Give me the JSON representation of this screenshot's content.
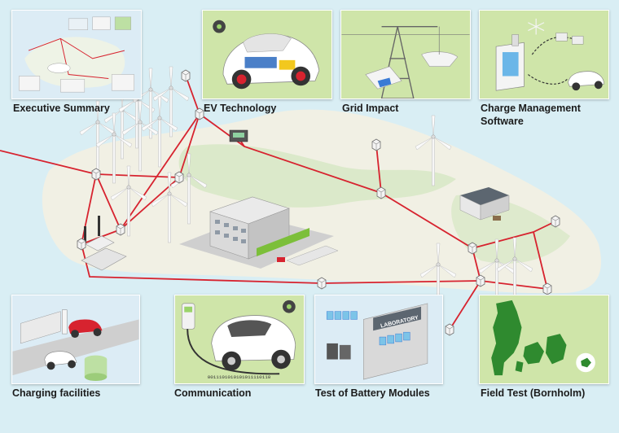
{
  "colors": {
    "sea": "#d9eef4",
    "island": "#f1f0e4",
    "island_green": "#d6e7c3",
    "network_line": "#d7232f",
    "tile_green": "#cfe5a9",
    "tile_blue": "#dcecf5",
    "map_green": "#2f8a2f"
  },
  "tiles": {
    "executive_summary": {
      "label": "Executive Summary",
      "icon": "overview-map-icon"
    },
    "ev_technology": {
      "label": "EV Technology",
      "icon": "electric-car-cutaway-icon"
    },
    "grid_impact": {
      "label": "Grid Impact",
      "icon": "power-pylon-icon"
    },
    "charge_management": {
      "label_line1": "Charge Management",
      "label_line2": "Software",
      "icon": "software-car-icon"
    },
    "charging_facilities": {
      "label": "Charging facilities",
      "icon": "charging-station-icon"
    },
    "communication": {
      "label": "Communication",
      "icon": "car-data-cable-icon"
    },
    "battery_modules": {
      "label": "Test of Battery Modules",
      "icon": "laboratory-icon",
      "sign": "LABORATORY"
    },
    "field_test": {
      "label": "Field Test (Bornholm)",
      "icon": "denmark-map-icon"
    },
    "binary_text": "0011101010101011110110"
  }
}
